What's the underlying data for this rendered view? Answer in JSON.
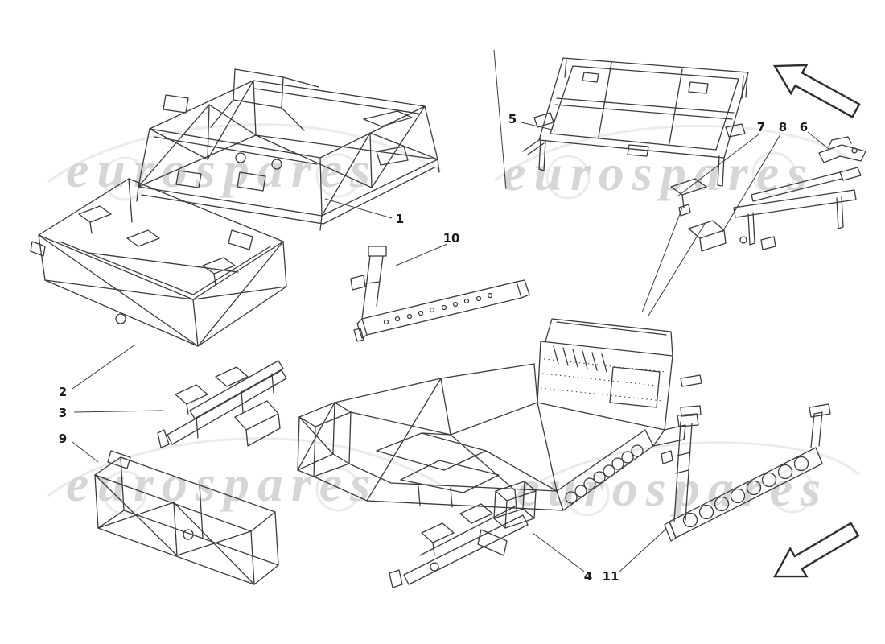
{
  "diagram": {
    "watermark": {
      "text": "eurospares",
      "color": "#d6d6d6"
    },
    "colors": {
      "line": "#3b3b3b",
      "background": "#ffffff"
    },
    "callouts": [
      {
        "label": "1"
      },
      {
        "label": "2"
      },
      {
        "label": "3"
      },
      {
        "label": "4"
      },
      {
        "label": "5"
      },
      {
        "label": "6"
      },
      {
        "label": "7"
      },
      {
        "label": "8"
      },
      {
        "label": "9"
      },
      {
        "label": "10"
      },
      {
        "label": "11"
      }
    ],
    "icons": {
      "arrow_up_left": "block-arrow-up-left",
      "arrow_down_left": "block-arrow-down-left"
    }
  }
}
